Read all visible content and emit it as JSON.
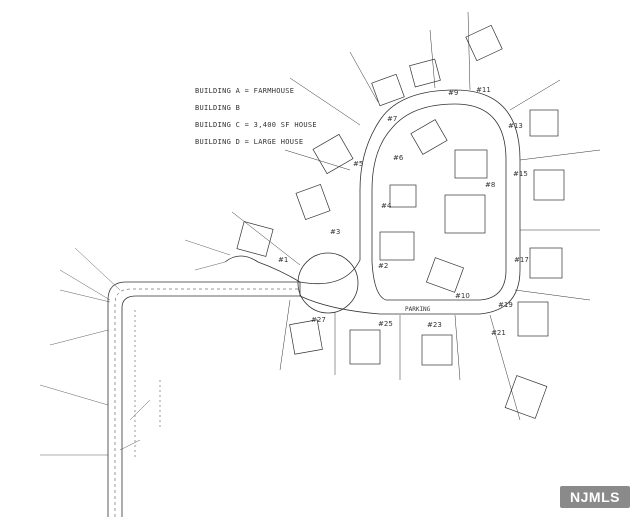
{
  "legend": [
    "BUILDING A = FARMHOUSE",
    "BUILDING B",
    "BUILDING C = 3,400 SF HOUSE",
    "BUILDING D = LARGE HOUSE"
  ],
  "lot_numbers": [
    "#1",
    "#2",
    "#3",
    "#4",
    "#5",
    "#6",
    "#7",
    "#8",
    "#9",
    "#10",
    "#11",
    "#13",
    "#15",
    "#17",
    "#19",
    "#21",
    "#23",
    "#25",
    "#27"
  ],
  "road_name": "PARKING",
  "watermark": "NJMLS"
}
